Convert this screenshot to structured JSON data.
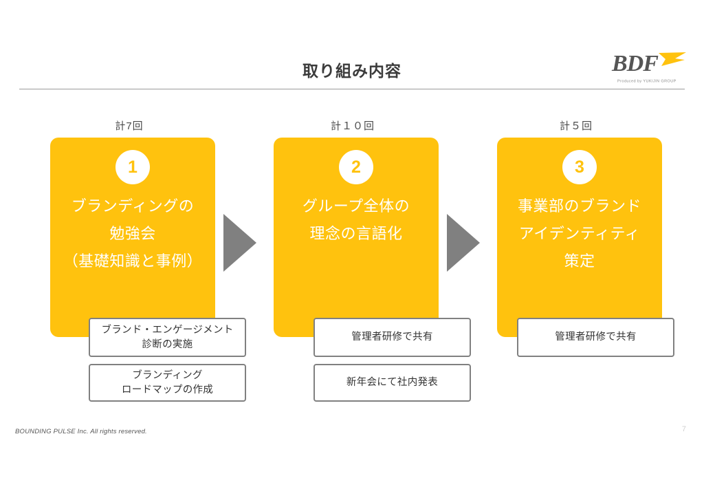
{
  "header": {
    "title": "取り組み内容"
  },
  "logo": {
    "wordmark": "BDF",
    "tagline": "Produced by YUKIJIN GROUP",
    "flag_color": "#FFC20E",
    "text_color": "#555555"
  },
  "theme": {
    "accent": "#FFC20E",
    "arrow": "#808080",
    "note_border": "#808080",
    "title_text": "#3b3b3b"
  },
  "columns": [
    {
      "count_label": "計7回",
      "badge": "1",
      "title_lines": [
        "ブランディングの",
        "勉強会",
        "（基礎知識と事例）"
      ],
      "notes": [
        {
          "lines": [
            "ブランド・エンゲージメント",
            "診断の実施"
          ]
        },
        {
          "lines": [
            "ブランディング",
            "ロードマップの作成"
          ]
        }
      ]
    },
    {
      "count_label": "計１０回",
      "badge": "2",
      "title_lines": [
        "グループ全体の",
        "理念の言語化"
      ],
      "notes": [
        {
          "lines": [
            "管理者研修で共有"
          ]
        },
        {
          "lines": [
            "新年会にて社内発表"
          ]
        }
      ]
    },
    {
      "count_label": "計５回",
      "badge": "3",
      "title_lines": [
        "事業部のブランド",
        "アイデンティティ",
        "策定"
      ],
      "notes": [
        {
          "lines": [
            "管理者研修で共有"
          ]
        }
      ]
    }
  ],
  "footer": {
    "copyright": "BOUNDING PULSE Inc.  All rights reserved.",
    "page_number": "7"
  }
}
